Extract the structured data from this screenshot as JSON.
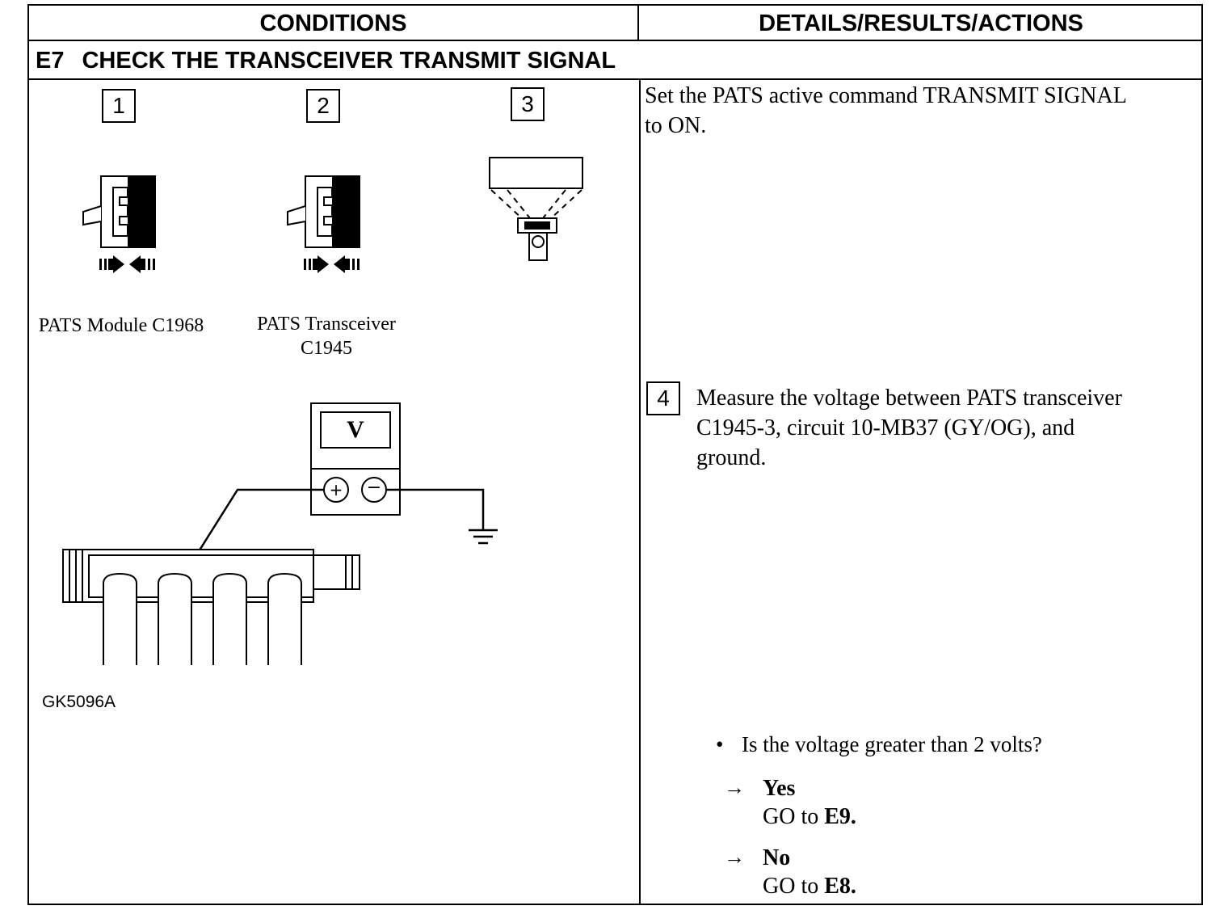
{
  "header": {
    "conditions": "CONDITIONS",
    "details": "DETAILS/RESULTS/ACTIONS"
  },
  "step": {
    "code": "E7",
    "title": "CHECK THE TRANSCEIVER TRANSMIT SIGNAL"
  },
  "diagram": {
    "callouts": [
      "1",
      "2",
      "3"
    ],
    "labels": {
      "module": "PATS Module C1968",
      "transceiver_line1": "PATS Transceiver",
      "transceiver_line2": "C1945"
    },
    "meter_symbol": "V",
    "plus": "+",
    "minus": "−",
    "figure_id": "GK5096A"
  },
  "details": {
    "instruction_1_line1": "Set the PATS active command TRANSMIT SIGNAL",
    "instruction_1_line2": "to ON.",
    "step4_number": "4",
    "instruction_4_line1": "Measure the voltage between PATS transceiver",
    "instruction_4_line2": "C1945-3, circuit 10-MB37 (GY/OG), and",
    "instruction_4_line3": "ground.",
    "bullet": "•",
    "question": "Is the voltage greater than 2 volts?",
    "arrow": "→",
    "yes_label": "Yes",
    "yes_action": "GO to ",
    "yes_target": "E9.",
    "no_label": "No",
    "no_action": "GO to ",
    "no_target": "E8."
  }
}
